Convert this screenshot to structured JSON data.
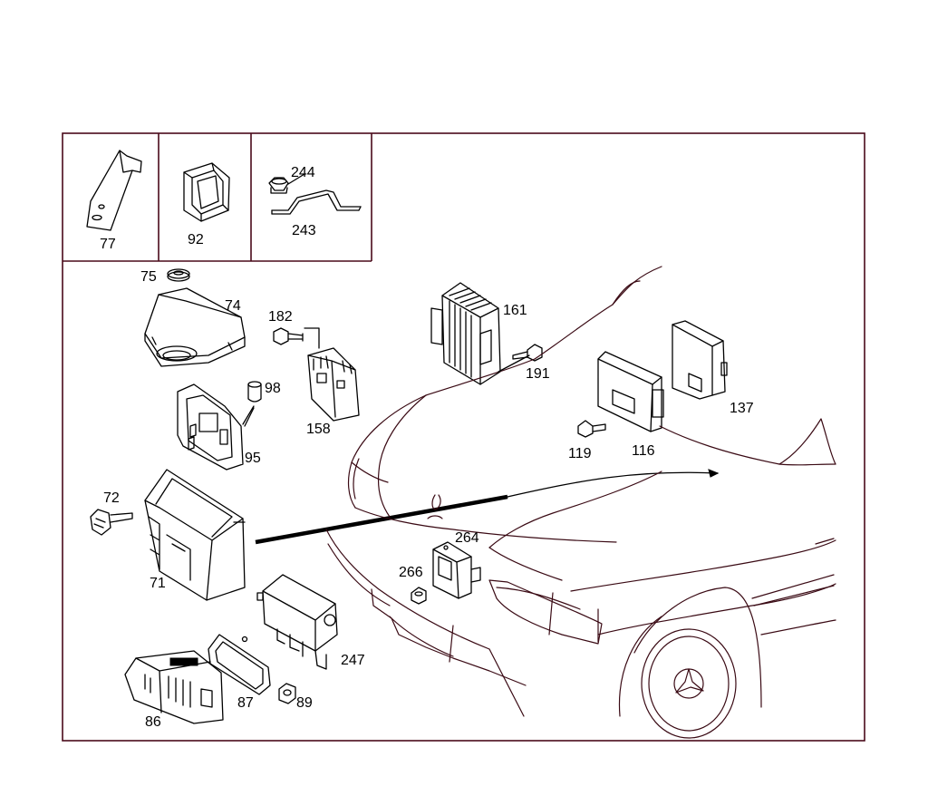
{
  "colors": {
    "frame": "#4a0a1a",
    "line": "#000000",
    "background": "#ffffff"
  },
  "labels": {
    "p77": "77",
    "p92": "92",
    "p244": "244",
    "p243": "243",
    "p75": "75",
    "p74": "74",
    "p182": "182",
    "p98": "98",
    "p158": "158",
    "p95": "95",
    "p161": "161",
    "p191": "191",
    "p137": "137",
    "p119": "119",
    "p116": "116",
    "p72": "72",
    "p71": "71",
    "p264": "264",
    "p266": "266",
    "p247": "247",
    "p87": "87",
    "p89": "89",
    "p86": "86"
  }
}
